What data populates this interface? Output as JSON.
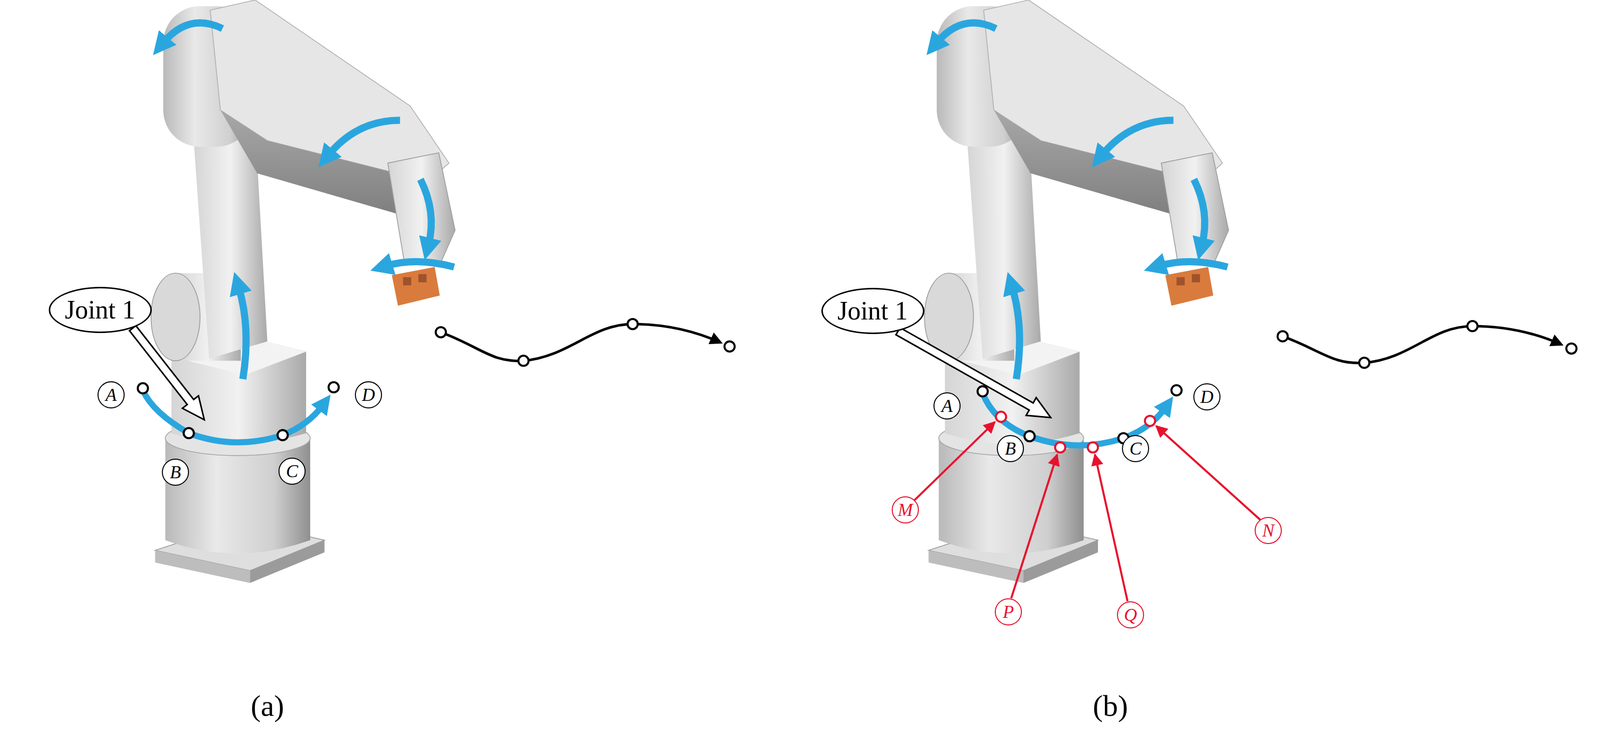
{
  "diagram": {
    "nodes": [
      {
        "text": [
          "Joint 1"
        ]
      },
      {
        "text": [
          "A"
        ]
      },
      {
        "text": [
          "B"
        ]
      },
      {
        "text": [
          "C"
        ]
      },
      {
        "text": [
          "D"
        ]
      },
      {
        "text": [
          "Joint 1"
        ]
      },
      {
        "text": [
          "A"
        ]
      },
      {
        "text": [
          "B"
        ]
      },
      {
        "text": [
          "C"
        ]
      },
      {
        "text": [
          "D"
        ]
      },
      {
        "text": [
          "M"
        ]
      },
      {
        "text": [
          "P"
        ]
      },
      {
        "text": [
          "Q"
        ]
      },
      {
        "text": [
          "N"
        ]
      }
    ],
    "labels": [
      "(a)",
      "(b)"
    ]
  }
}
